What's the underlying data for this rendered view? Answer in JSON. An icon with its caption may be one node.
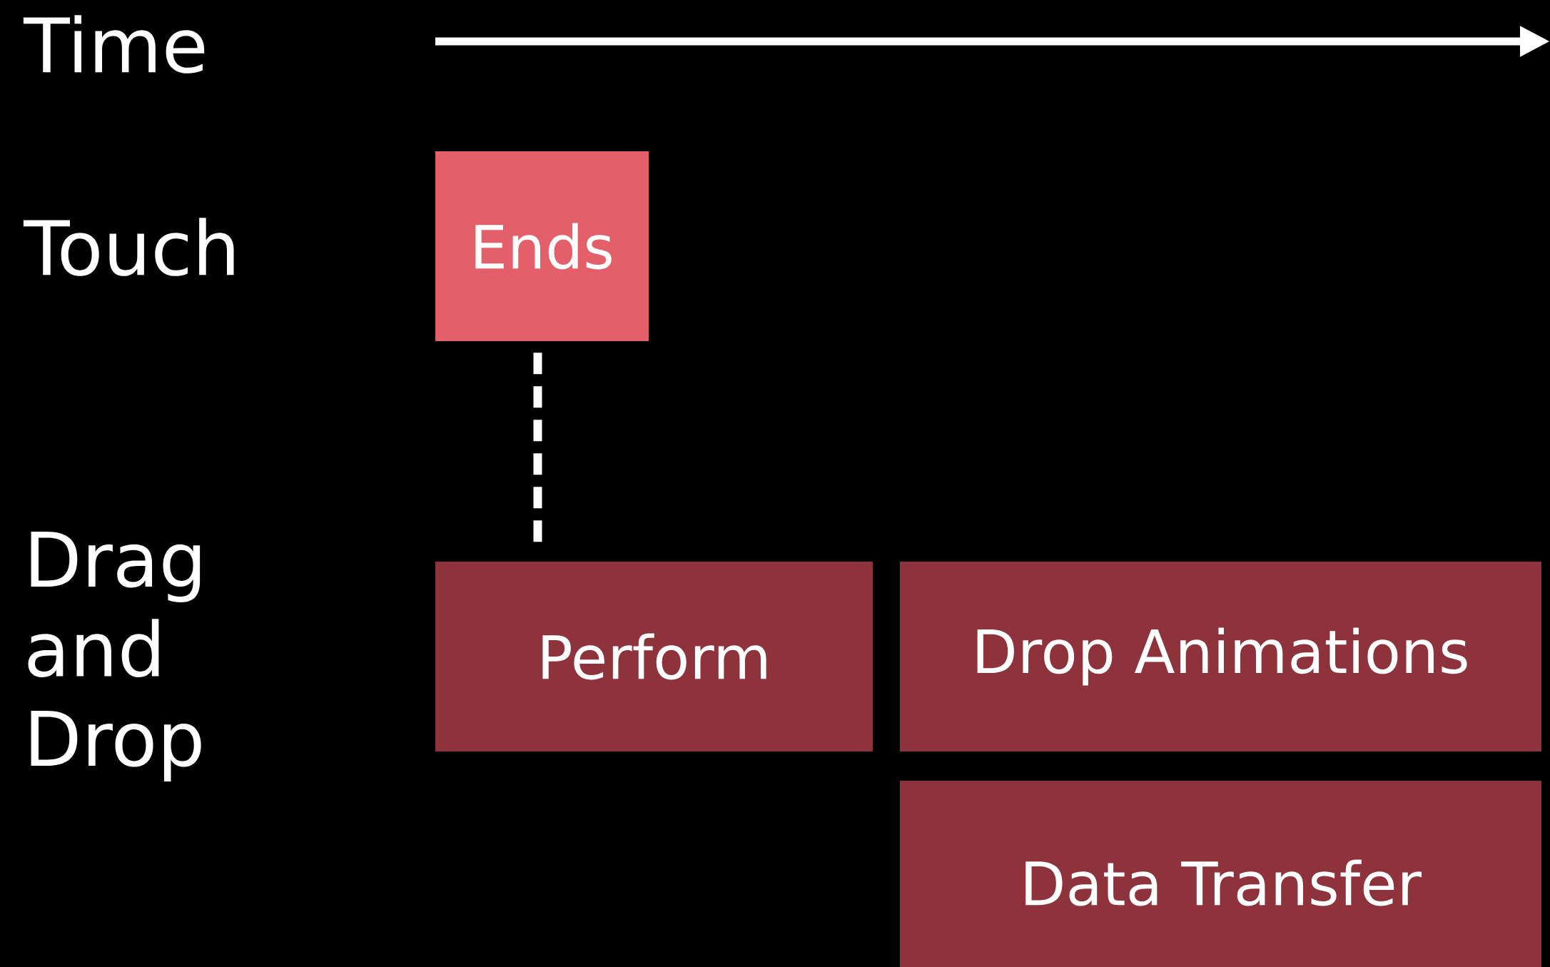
{
  "diagram": {
    "nodes": [
      {
        "text": [
          "Ends"
        ]
      },
      {
        "text": [
          "Perform"
        ]
      },
      {
        "text": [
          "Drop Animations"
        ]
      },
      {
        "text": [
          "Data Transfer"
        ]
      }
    ],
    "edges": [
      {
        "from": 0,
        "to": 1,
        "arrow": "none",
        "style": "dashed"
      }
    ],
    "labels": [
      "Time",
      "Touch",
      "Drag and Drop"
    ]
  }
}
